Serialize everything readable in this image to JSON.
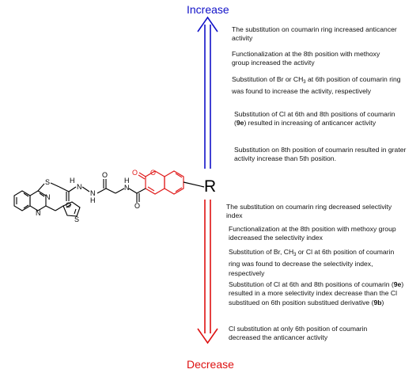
{
  "labels": {
    "increase": "Increase",
    "decrease": "Decrease",
    "r_group": "R"
  },
  "molecule_atoms": {
    "O_lactone_ring": "O",
    "O_carbonyl_coumarin": "O",
    "N_amide": "N",
    "H_amide": "H",
    "O_gly": "O",
    "N_hydrazide_1": "N",
    "H_hydrazide_1": "H",
    "N_hydrazide_2": "N",
    "H_hydrazide_2": "H",
    "O_acetyl": "O",
    "S_thioether": "S",
    "N_quin_3": "N",
    "N_quin_1": "N",
    "S_thiophene": "S"
  },
  "increase_notes": [
    {
      "pre": "The substitution on coumarin ring increased anticancer activity"
    },
    {
      "pre": "Functionalization at the 8th position with methoxy group increased the activity"
    },
    {
      "pre": "Substitution of Br or CH",
      "sub": "3",
      "post": " at 6th position of coumarin ring was found to increase the activity, respectively"
    },
    {
      "pre": "Substitution of Cl at 6th and 8th positions of coumarin (",
      "bold": "9e",
      "post": ") resulted in increasing of anticancer activity"
    },
    {
      "pre": "Substitution on 8th position of coumarin resulted in grater activity increase than  5th position."
    }
  ],
  "decrease_notes": [
    {
      "pre": "The substitution on coumarin ring decreased selectivity index"
    },
    {
      "pre": "Functionalization at the 8th position with methoxy group idecreased the selectivity index"
    },
    {
      "pre": "Substitution of Br, CH",
      "sub": "3",
      "post": " or Cl at 6th position of coumarin ring was found to decrease the selectivity index, respectively"
    },
    {
      "pre": "Substitution of Cl at 6th and 8th positions of coumarin (",
      "bold": "9e",
      "post": ") resulted in a more selectivity index decrease than the Cl substitued on 6th position substitued derivative (",
      "bold2": "9b",
      "post2": ")"
    },
    {
      "pre": "Cl substitution at only 6th position of coumarin decreased the anticancer activity"
    }
  ],
  "colors": {
    "increase_arrow": "#1111c8",
    "decrease_arrow": "#dd1111",
    "coumarin": "#e01b1b",
    "bonds": "#000000"
  }
}
